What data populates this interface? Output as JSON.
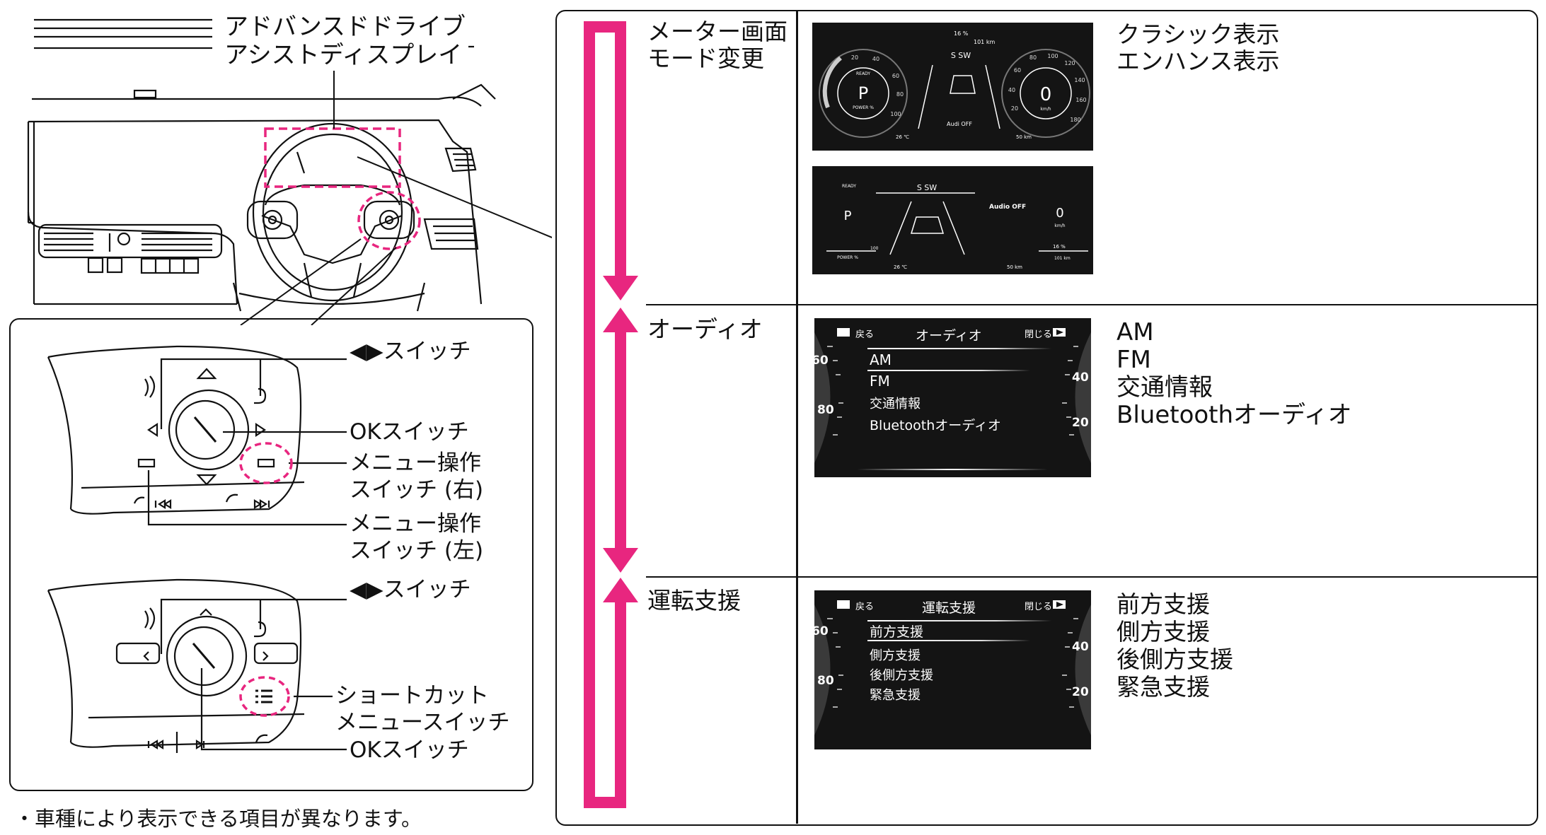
{
  "left": {
    "display_label": "アドバンスドドライブ\nアシストディスプレイ",
    "top_panel": {
      "arrow_switch": "◀▶スイッチ",
      "ok_switch": "OKスイッチ",
      "menu_right": "メニュー操作\nスイッチ (右)",
      "menu_left": "メニュー操作\nスイッチ (左)"
    },
    "bottom_panel": {
      "arrow_switch": "◀▶スイッチ",
      "shortcut": "ショートカット\nメニュースイッチ",
      "ok_switch": "OKスイッチ"
    },
    "footnote": "・車種により表示できる項目が異なります。"
  },
  "table": {
    "rows": [
      {
        "label": "メーター画面\nモード変更",
        "items": "クラシック表示\nエンハンス表示",
        "classic": {
          "ready": "READY",
          "gear": "P",
          "power": "POWER %",
          "temp": "26 ℃",
          "audio": "Audi OFF",
          "dist": "50 km",
          "speed": "0",
          "unit": "km/h",
          "fuel": "16 %",
          "range": "101 km",
          "compass": "S    SW",
          "left_ticks": [
            "20",
            "40",
            "60",
            "80",
            "100"
          ],
          "right_ticks": [
            "20",
            "40",
            "60",
            "80",
            "100",
            "120",
            "140",
            "160",
            "180"
          ]
        },
        "enhanced": {
          "ready": "READY",
          "gear": "P",
          "power": "POWER %",
          "power_max": "100",
          "temp": "26 ℃",
          "audio": "Audio OFF",
          "dist": "50 km",
          "speed": "0",
          "unit": "km/h",
          "fuel": "16 %",
          "range": "101 km",
          "compass": "S    SW"
        }
      },
      {
        "label": "オーディオ",
        "items": "AM\nFM\n交通情報\nBluetoothオーディオ",
        "screen": {
          "back": "戻る",
          "title": "オーディオ",
          "close": "閉じる",
          "menu": [
            "AM",
            "FM",
            "交通情報",
            "Bluetoothオーディオ"
          ],
          "gauge_left": [
            "60",
            "80"
          ],
          "gauge_right": [
            "40",
            "20"
          ]
        }
      },
      {
        "label": "運転支援",
        "items": "前方支援\n側方支援\n後側方支援\n緊急支援",
        "screen": {
          "back": "戻る",
          "title": "運転支援",
          "close": "閉じる",
          "menu": [
            "前方支援",
            "側方支援",
            "後側方支援",
            "緊急支援"
          ],
          "gauge_left": [
            "60",
            "80"
          ],
          "gauge_right": [
            "40",
            "20"
          ]
        }
      }
    ]
  },
  "colors": {
    "accent": "#e8267f",
    "screen_bg": "#141414",
    "line": "#111111"
  },
  "icons": [
    "arrow-down-icon",
    "arrow-up-icon",
    "back-icon",
    "close-icon",
    "steering-wheel-icon"
  ]
}
